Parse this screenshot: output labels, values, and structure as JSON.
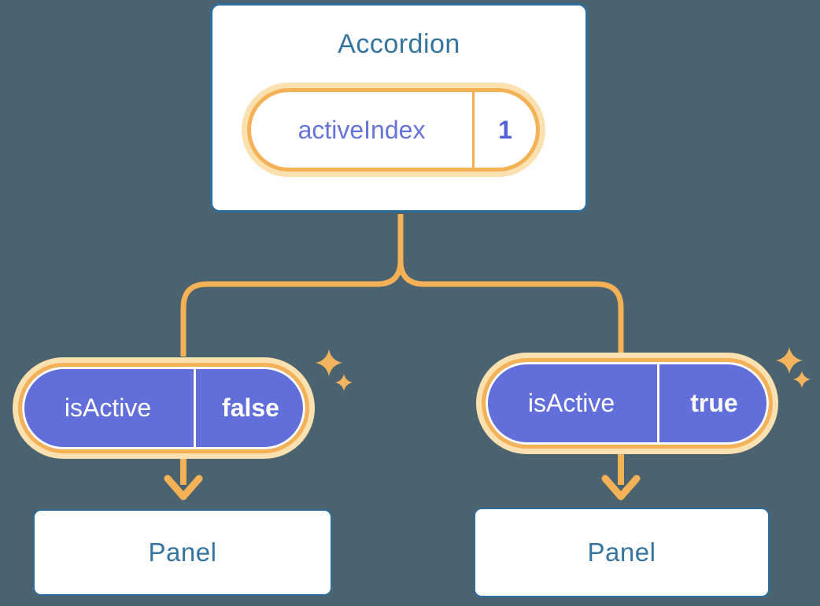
{
  "canvas": {
    "background_color": "#4B636E"
  },
  "palette": {
    "accent_orange": "#F5B156",
    "accent_glow": "#FBE0B0",
    "node_purple": "#626EDA",
    "node_border_blue": "#2E6E9E",
    "component_text_blue": "#35749F",
    "state_label_purple": "#6673DC",
    "state_value_purple": "#5562D6",
    "sparkle_orange": "#F2B45C"
  },
  "icons": {
    "sparkle": "four-point-sparkle"
  },
  "diagram": {
    "root": {
      "title": "Accordion",
      "state_pill": {
        "label": "activeIndex",
        "value": "1"
      }
    },
    "branches": [
      {
        "prop_pill": {
          "label": "isActive",
          "value": "false"
        },
        "panel": {
          "title": "Panel"
        }
      },
      {
        "prop_pill": {
          "label": "isActive",
          "value": "true"
        },
        "panel": {
          "title": "Panel"
        }
      }
    ]
  }
}
